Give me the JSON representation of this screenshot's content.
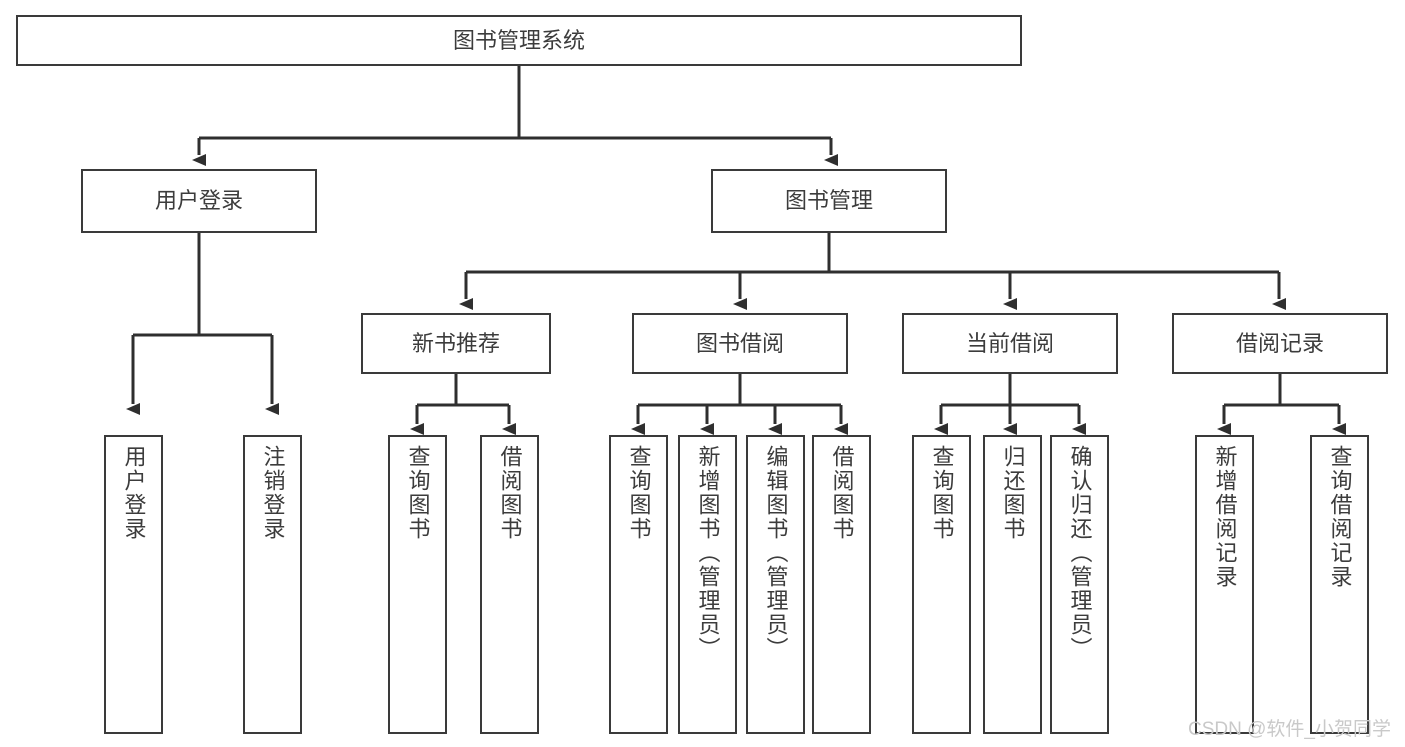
{
  "diagram": {
    "type": "tree-hierarchy-functional-structure",
    "title": "图书管理系统",
    "stroke_color": "#3a3a3a",
    "text_color": "#3c3c3c",
    "background_color": "#ffffff",
    "root": {
      "id": "root",
      "label": "图书管理系统"
    },
    "level2": [
      {
        "id": "user-login",
        "label": "用户登录"
      },
      {
        "id": "book-management",
        "label": "图书管理"
      }
    ],
    "level3": [
      {
        "id": "new-book-recommend",
        "label": "新书推荐",
        "parent": "book-management"
      },
      {
        "id": "book-borrow",
        "label": "图书借阅",
        "parent": "book-management"
      },
      {
        "id": "current-borrow",
        "label": "当前借阅",
        "parent": "book-management"
      },
      {
        "id": "borrow-record",
        "label": "借阅记录",
        "parent": "book-management"
      }
    ],
    "leaves": [
      {
        "id": "leaf-user-login",
        "label": "用户登录",
        "parent": "user-login"
      },
      {
        "id": "leaf-logout-login",
        "label": "注销登录",
        "parent": "user-login"
      },
      {
        "id": "leaf-query-book-1",
        "label": "查询图书",
        "parent": "new-book-recommend"
      },
      {
        "id": "leaf-borrow-book-1",
        "label": "借阅图书",
        "parent": "new-book-recommend"
      },
      {
        "id": "leaf-query-book-2",
        "label": "查询图书",
        "parent": "book-borrow"
      },
      {
        "id": "leaf-add-book",
        "label": "新增图书（管理员）",
        "parent": "book-borrow"
      },
      {
        "id": "leaf-edit-book",
        "label": "编辑图书（管理员）",
        "parent": "book-borrow"
      },
      {
        "id": "leaf-borrow-book-2",
        "label": "借阅图书",
        "parent": "book-borrow"
      },
      {
        "id": "leaf-query-book-3",
        "label": "查询图书",
        "parent": "current-borrow"
      },
      {
        "id": "leaf-return-book",
        "label": "归还图书",
        "parent": "current-borrow"
      },
      {
        "id": "leaf-confirm-return",
        "label": "确认归还（管理员）",
        "parent": "current-borrow"
      },
      {
        "id": "leaf-add-borrow-record",
        "label": "新增借阅记录",
        "parent": "borrow-record"
      },
      {
        "id": "leaf-query-borrow-record",
        "label": "查询借阅记录",
        "parent": "borrow-record"
      }
    ],
    "watermark": "CSDN @软件_小贺同学"
  }
}
